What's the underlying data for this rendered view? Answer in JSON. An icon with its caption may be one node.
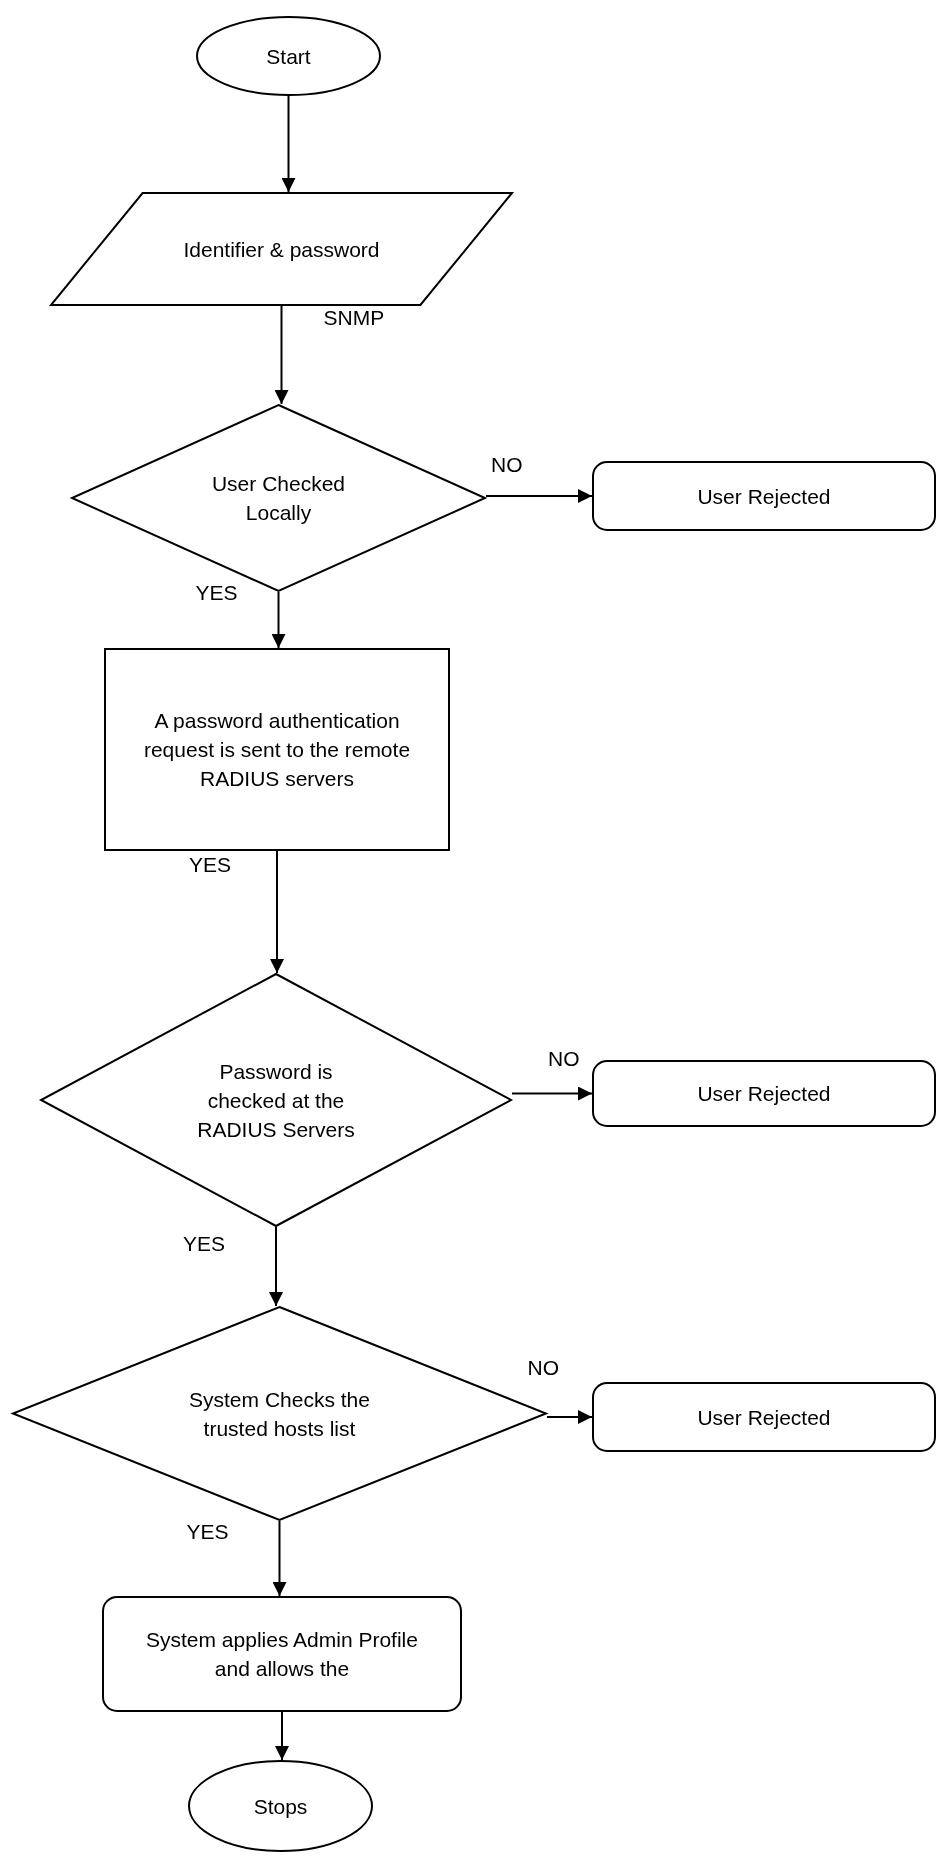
{
  "diagram": {
    "nodes": [
      {
        "text": [
          "Start"
        ]
      },
      {
        "text": [
          "Identifier & password"
        ]
      },
      {
        "text": [
          "User Checked Locally"
        ]
      },
      {
        "text": [
          "User Rejected"
        ]
      },
      {
        "text": [
          "A password authentication request is sent to the remote RADIUS servers"
        ]
      },
      {
        "text": [
          "Password is checked at the RADIUS Servers"
        ]
      },
      {
        "text": [
          "User Rejected"
        ]
      },
      {
        "text": [
          "System Checks the trusted hosts list"
        ]
      },
      {
        "text": [
          "User Rejected"
        ]
      },
      {
        "text": [
          "System applies Admin Profile and allows the"
        ]
      },
      {
        "text": [
          "Stops"
        ]
      }
    ],
    "edges": [
      {
        "from": 0,
        "to": 1,
        "arrow": "to"
      },
      {
        "from": 1,
        "to": 2,
        "arrow": "to",
        "label": "SNMP"
      },
      {
        "from": 2,
        "to": 3,
        "arrow": "to",
        "label": "NO"
      },
      {
        "from": 2,
        "to": 4,
        "arrow": "to",
        "label": "YES"
      },
      {
        "from": 4,
        "to": 5,
        "arrow": "to",
        "label": "YES"
      },
      {
        "from": 5,
        "to": 6,
        "arrow": "to",
        "label": "NO"
      },
      {
        "from": 5,
        "to": 7,
        "arrow": "to",
        "label": "YES"
      },
      {
        "from": 7,
        "to": 8,
        "arrow": "to",
        "label": "NO"
      },
      {
        "from": 7,
        "to": 9,
        "arrow": "to",
        "label": "YES"
      },
      {
        "from": 9,
        "to": 10,
        "arrow": "to"
      }
    ]
  }
}
